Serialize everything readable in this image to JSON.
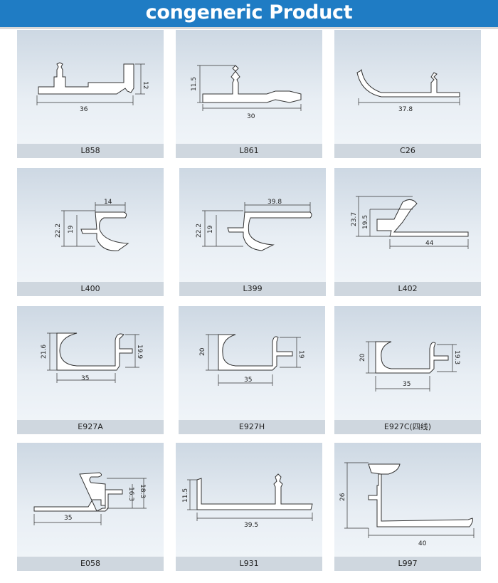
{
  "header": {
    "title": "congeneric Product"
  },
  "colors": {
    "banner": "#1f7cc4",
    "label_bar": "#cfd7df"
  },
  "products": [
    {
      "code": "L858",
      "dims": [
        "12",
        "36"
      ]
    },
    {
      "code": "L861",
      "dims": [
        "11.5",
        "30"
      ]
    },
    {
      "code": "C26",
      "dims": [
        "37.8"
      ]
    },
    {
      "code": "L400",
      "dims": [
        "14",
        "22.2",
        "19"
      ]
    },
    {
      "code": "L399",
      "dims": [
        "39.8",
        "22.2",
        "19"
      ]
    },
    {
      "code": "L402",
      "dims": [
        "23.7",
        "19.5",
        "44"
      ]
    },
    {
      "code": "E927A",
      "dims": [
        "21.6",
        "19.9",
        "35"
      ]
    },
    {
      "code": "E927H",
      "dims": [
        "20",
        "19",
        "35"
      ]
    },
    {
      "code": "E927C(四线)",
      "dims": [
        "20",
        "19.3",
        "35"
      ]
    },
    {
      "code": "E058",
      "dims": [
        "16.3",
        "18.3",
        "35"
      ]
    },
    {
      "code": "L931",
      "dims": [
        "11.5",
        "39.5"
      ]
    },
    {
      "code": "L997",
      "dims": [
        "26",
        "40"
      ]
    }
  ]
}
